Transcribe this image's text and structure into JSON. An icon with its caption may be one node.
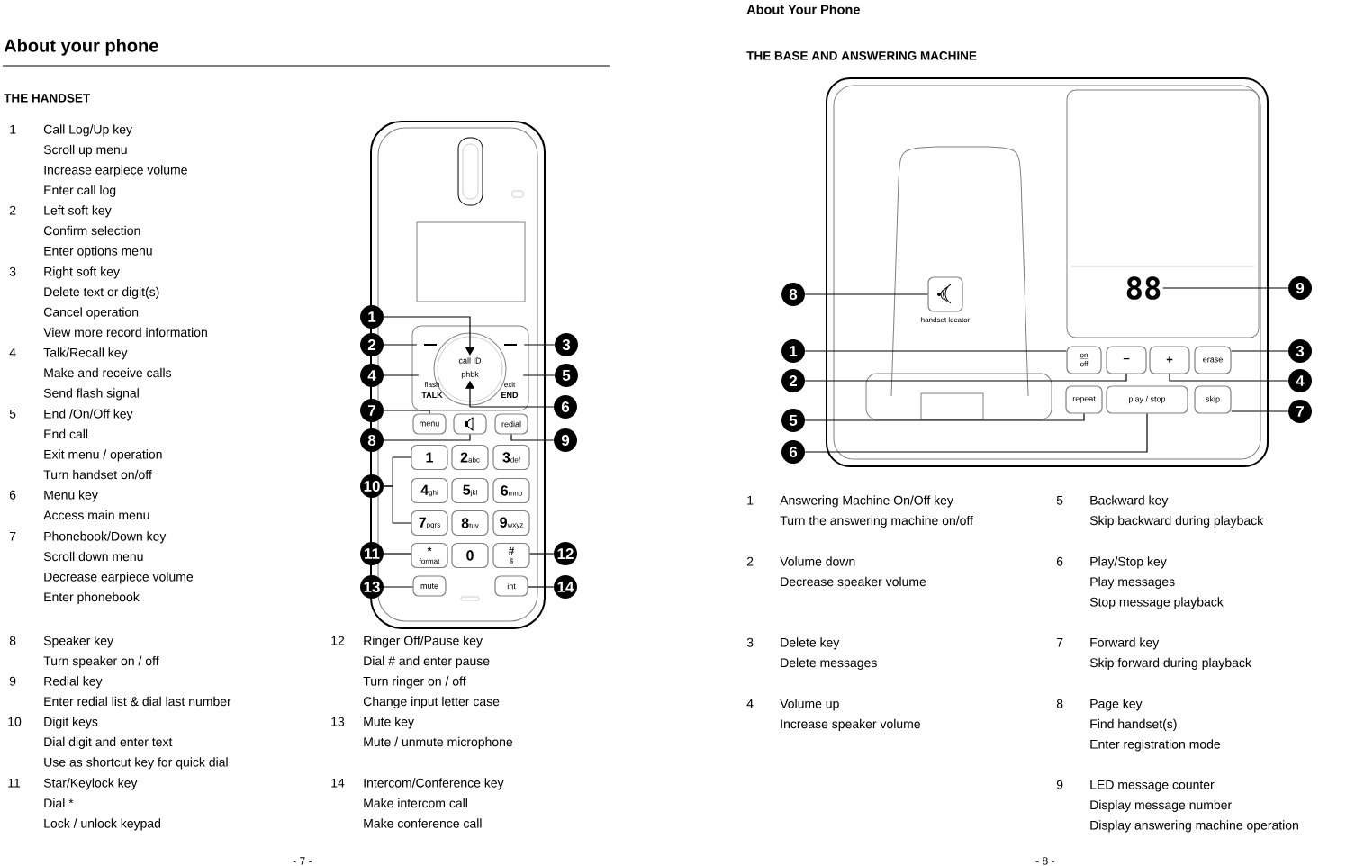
{
  "diagram": {
    "nodes": [
      {
        "text": [
          "1"
        ]
      },
      {
        "text": [
          "2"
        ]
      },
      {
        "text": [
          "3"
        ]
      },
      {
        "text": [
          "4"
        ]
      },
      {
        "text": [
          "5"
        ]
      },
      {
        "text": [
          "7"
        ]
      },
      {
        "text": [
          "6"
        ]
      },
      {
        "text": [
          "8"
        ]
      },
      {
        "text": [
          "9"
        ]
      },
      {
        "text": [
          "10"
        ]
      },
      {
        "text": [
          "11"
        ]
      },
      {
        "text": [
          "12"
        ]
      },
      {
        "text": [
          "13"
        ]
      },
      {
        "text": [
          "14"
        ]
      },
      {
        "text": [
          "call ID"
        ]
      },
      {
        "text": [],
        "shape": "box"
      },
      {
        "text": [],
        "shape": "box"
      },
      {
        "text": [
          "phbk"
        ]
      },
      {
        "text": [
          "flash",
          "TALK"
        ]
      },
      {
        "text": [
          "exit",
          "END"
        ]
      },
      {
        "text": [
          "menu"
        ]
      },
      {
        "text": [],
        "shape": "box"
      },
      {
        "text": [
          "redial"
        ]
      },
      {
        "text": [
          "1"
        ]
      },
      {
        "text": [
          "2",
          "abc"
        ]
      },
      {
        "text": [
          "3",
          "def"
        ]
      },
      {
        "text": [
          "4",
          "ghi"
        ]
      },
      {
        "text": [
          "5",
          "jkl"
        ]
      },
      {
        "text": [
          "6",
          "mno"
        ]
      },
      {
        "text": [
          "7",
          "pqrs"
        ]
      },
      {
        "text": [
          "8",
          "tuv"
        ]
      },
      {
        "text": [
          "9",
          "wxyz"
        ]
      },
      {
        "text": [
          "*",
          "format"
        ]
      },
      {
        "text": [
          "0"
        ]
      },
      {
        "text": [
          "#",
          "$"
        ]
      },
      {
        "text": [
          "mute"
        ]
      },
      {
        "text": [
          "int"
        ]
      },
      {
        "text": [
          "8"
        ]
      },
      {
        "text": [
          "1"
        ]
      },
      {
        "text": [
          "2"
        ]
      },
      {
        "text": [
          "5"
        ]
      },
      {
        "text": [
          "6"
        ]
      },
      {
        "text": [
          "9"
        ]
      },
      {
        "text": [
          "3"
        ]
      },
      {
        "text": [
          "4"
        ]
      },
      {
        "text": [
          "7"
        ]
      },
      {
        "text": [],
        "shape": "box",
        "beside": [
          "handset locator"
        ]
      },
      {
        "text": [
          "88"
        ]
      },
      {
        "text": [
          "on",
          "off"
        ]
      },
      {
        "text": [
          "–"
        ]
      },
      {
        "text": [
          "+"
        ]
      },
      {
        "text": [
          "erase"
        ]
      },
      {
        "text": [
          "repeat"
        ]
      },
      {
        "text": [
          "play / stop"
        ]
      },
      {
        "text": [
          "skip"
        ]
      }
    ],
    "edges": [
      {
        "from": 0,
        "to": 14,
        "arrow": "to"
      },
      {
        "from": 1,
        "to": 15,
        "arrow": "none"
      },
      {
        "from": 2,
        "to": 16,
        "arrow": "none"
      },
      {
        "from": 3,
        "to": 18,
        "arrow": "none"
      },
      {
        "from": 4,
        "to": 19,
        "arrow": "none"
      },
      {
        "from": 5,
        "to": 20,
        "arrow": "none"
      },
      {
        "from": 6,
        "to": 17,
        "arrow": "to"
      },
      {
        "from": 7,
        "to": 21,
        "arrow": "none"
      },
      {
        "from": 8,
        "to": 22,
        "arrow": "none"
      },
      {
        "from": 9,
        "to": 23,
        "arrow": "none"
      },
      {
        "from": 9,
        "to": 29,
        "arrow": "none"
      },
      {
        "from": 10,
        "to": 32,
        "arrow": "none"
      },
      {
        "from": 11,
        "to": 34,
        "arrow": "none"
      },
      {
        "from": 12,
        "to": 35,
        "arrow": "none"
      },
      {
        "from": 13,
        "to": 36,
        "arrow": "none"
      },
      {
        "from": 37,
        "to": 46,
        "arrow": "none"
      },
      {
        "from": 38,
        "to": 48,
        "arrow": "none"
      },
      {
        "from": 39,
        "to": 49,
        "arrow": "none"
      },
      {
        "from": 40,
        "to": 52,
        "arrow": "none"
      },
      {
        "from": 41,
        "to": 53,
        "arrow": "none"
      },
      {
        "from": 42,
        "to": 47,
        "arrow": "none"
      },
      {
        "from": 43,
        "to": 51,
        "arrow": "none"
      },
      {
        "from": 44,
        "to": 50,
        "arrow": "none"
      },
      {
        "from": 45,
        "to": 54,
        "arrow": "none"
      }
    ],
    "labels": [
      "About your phone",
      "THE HANDSET",
      "1",
      "Call Log/Up key",
      "Scroll up menu",
      "Increase earpiece volume",
      "Enter call log",
      "2",
      "Left soft key",
      "Confirm selection",
      "Enter options menu",
      "3",
      "Right soft key",
      "Delete text or digit(s)",
      "Cancel operation",
      "View more record information",
      "4",
      "Talk/Recall key",
      "Make and receive calls",
      "Send flash signal",
      "5",
      "End /On/Off key",
      "End call",
      "Exit menu / operation",
      "Turn handset on/off",
      "6",
      "Menu key",
      "Access main menu",
      "7",
      "Phonebook/Down key",
      "Scroll down menu",
      "Decrease earpiece volume",
      "Enter phonebook",
      "8",
      "Speaker key",
      "Turn speaker on / off",
      "9",
      "Redial key",
      "Enter redial list & dial last number",
      "10",
      "Digit keys",
      "Dial digit and enter text",
      "Use as shortcut key for quick dial",
      "11",
      "Star/Keylock key",
      "Dial *",
      "Lock / unlock keypad",
      "12",
      "Ringer Off/Pause key",
      "Dial # and enter pause",
      "Turn ringer on / off",
      "Change input letter case",
      "13",
      "Mute key",
      "Mute / unmute microphone",
      "14",
      "Intercom/Conference key",
      "Make intercom call",
      "Make conference call",
      "- 7 -",
      "About Your Phone",
      "THE BASE AND ANSWERING MACHINE",
      "1",
      "Answering Machine On/Off key",
      "Turn the answering machine on/off",
      "2",
      "Volume down",
      "Decrease speaker volume",
      "3",
      "Delete key",
      "Delete messages",
      "4",
      "Volume up",
      "Increase speaker volume",
      "5",
      "Backward key",
      "Skip backward during playback",
      "6",
      "Play/Stop key",
      "Play messages",
      "Stop message playback",
      "7",
      "Forward key",
      "Skip forward during playback",
      "8",
      "Page key",
      "Find handset(s)",
      "Enter registration mode",
      "9",
      "LED message counter",
      "Display message number",
      "Display answering machine operation",
      "- 8 -"
    ]
  }
}
